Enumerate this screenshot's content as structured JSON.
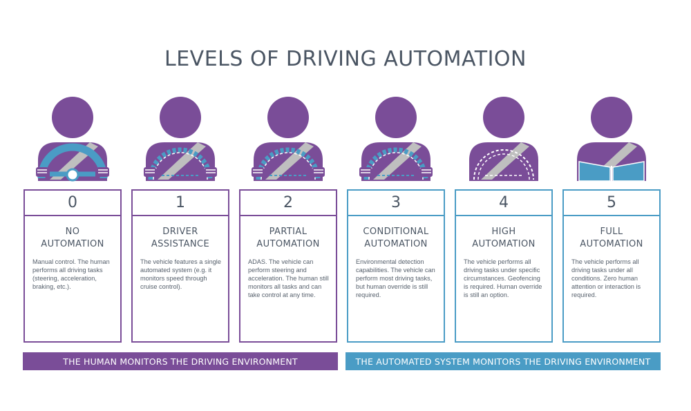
{
  "title": "LEVELS OF DRIVING AUTOMATION",
  "colors": {
    "purple": "#7a4d98",
    "blue": "#4a9cc5",
    "text": "#4a5563"
  },
  "levels": [
    {
      "number": "0",
      "name_line1": "NO",
      "name_line2": "AUTOMATION",
      "description": "Manual control. The human performs all driving tasks (steering, acceleration, braking, etc.).",
      "monitor": "human",
      "icon": "driver-solid-steering-wheel-icon"
    },
    {
      "number": "1",
      "name_line1": "DRIVER",
      "name_line2": "ASSISTANCE",
      "description": "The vehicle features a single automated system (e.g. it monitors speed through cruise control).",
      "monitor": "human",
      "icon": "driver-dashed-steering-wheel-icon"
    },
    {
      "number": "2",
      "name_line1": "PARTIAL",
      "name_line2": "AUTOMATION",
      "description": "ADAS. The vehicle can perform steering and acceleration. The human still monitors all tasks and can take control at any time.",
      "monitor": "human",
      "icon": "driver-dashed-steering-wheel-icon"
    },
    {
      "number": "3",
      "name_line1": "CONDITIONAL",
      "name_line2": "AUTOMATION",
      "description": "Environmental detection capabilities. The vehicle can perform most driving tasks, but human override is still required.",
      "monitor": "system",
      "icon": "driver-dashed-steering-wheel-icon"
    },
    {
      "number": "4",
      "name_line1": "HIGH",
      "name_line2": "AUTOMATION",
      "description": "The vehicle performs all driving tasks under specific circumstances. Geofencing is required. Human override is still an option.",
      "monitor": "system",
      "icon": "driver-faint-steering-wheel-icon"
    },
    {
      "number": "5",
      "name_line1": "FULL",
      "name_line2": "AUTOMATION",
      "description": "The vehicle performs all driving tasks under all conditions. Zero human attention or interaction is required.",
      "monitor": "system",
      "icon": "person-reading-book-icon"
    }
  ],
  "bars": {
    "human": "THE HUMAN MONITORS THE DRIVING ENVIRONMENT",
    "system": "THE AUTOMATED SYSTEM MONITORS THE DRIVING ENVIRONMENT"
  }
}
